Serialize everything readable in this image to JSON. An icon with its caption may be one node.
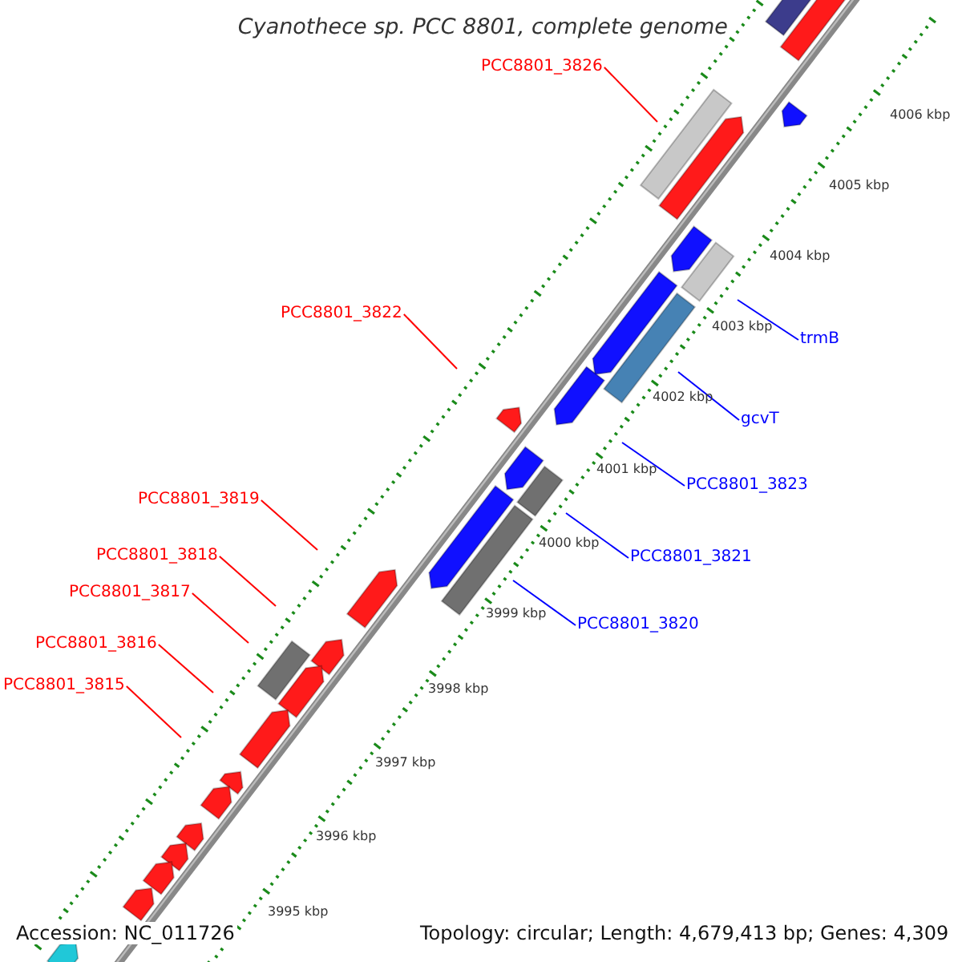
{
  "diagram": {
    "title": "Cyanothece sp. PCC 8801, complete genome",
    "nodes": [
      {
        "text": [
          "PCC8801_3826"
        ]
      },
      {
        "text": [
          "PCC8801_3822"
        ]
      },
      {
        "text": [
          "trmB"
        ]
      },
      {
        "text": [
          "gcvT"
        ]
      },
      {
        "text": [
          "PCC8801_3823"
        ]
      },
      {
        "text": [
          "PCC8801_3819"
        ]
      },
      {
        "text": [
          "PCC8801_3821"
        ]
      },
      {
        "text": [
          "PCC8801_3818"
        ]
      },
      {
        "text": [
          "PCC8801_3817"
        ]
      },
      {
        "text": [
          "PCC8801_3820"
        ]
      },
      {
        "text": [
          "PCC8801_3816"
        ]
      },
      {
        "text": [
          "PCC8801_3815"
        ]
      }
    ],
    "edges": [
      {
        "from": 0,
        "to": null,
        "arrow": "none"
      },
      {
        "from": 1,
        "to": null,
        "arrow": "none"
      },
      {
        "from": 2,
        "to": null,
        "arrow": "none",
        "color": "#0000ff"
      },
      {
        "from": 3,
        "to": null,
        "arrow": "none",
        "color": "#0000ff"
      },
      {
        "from": 4,
        "to": null,
        "arrow": "none",
        "color": "#0000ff"
      },
      {
        "from": 5,
        "to": null,
        "arrow": "none"
      },
      {
        "from": 6,
        "to": null,
        "arrow": "none",
        "color": "#0000ff"
      },
      {
        "from": 7,
        "to": null,
        "arrow": "none"
      },
      {
        "from": 8,
        "to": null,
        "arrow": "none"
      },
      {
        "from": 9,
        "to": null,
        "arrow": "none",
        "color": "#0000ff"
      },
      {
        "from": 10,
        "to": null,
        "arrow": "none"
      },
      {
        "from": 11,
        "to": null,
        "arrow": "none"
      }
    ],
    "labels": [
      "4006 kbp",
      "4005 kbp",
      "4004 kbp",
      "4003 kbp",
      "4002 kbp",
      "4001 kbp",
      "4000 kbp",
      "3999 kbp",
      "3998 kbp",
      "3997 kbp",
      "3996 kbp",
      "3995 kbp",
      "Accession: NC_011726",
      "Topology: circular; Length: 4,679,413 bp; Genes: 4,309"
    ]
  }
}
